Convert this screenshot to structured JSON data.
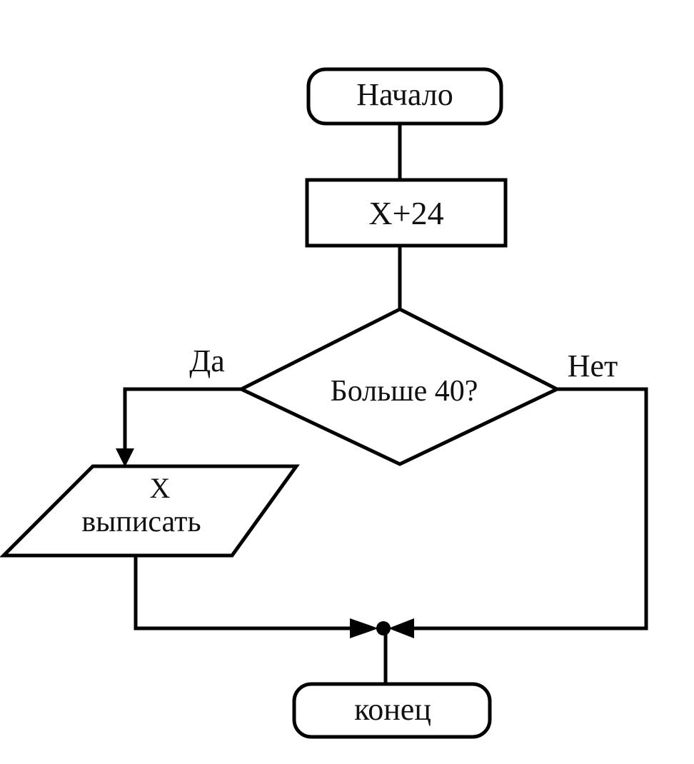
{
  "flowchart": {
    "start": "Начало",
    "process": "X+24",
    "decision": "Больше 40?",
    "yes_label": "Да",
    "no_label": "Нет",
    "output_line1": "X",
    "output_line2": "выписать",
    "end": "конец"
  }
}
